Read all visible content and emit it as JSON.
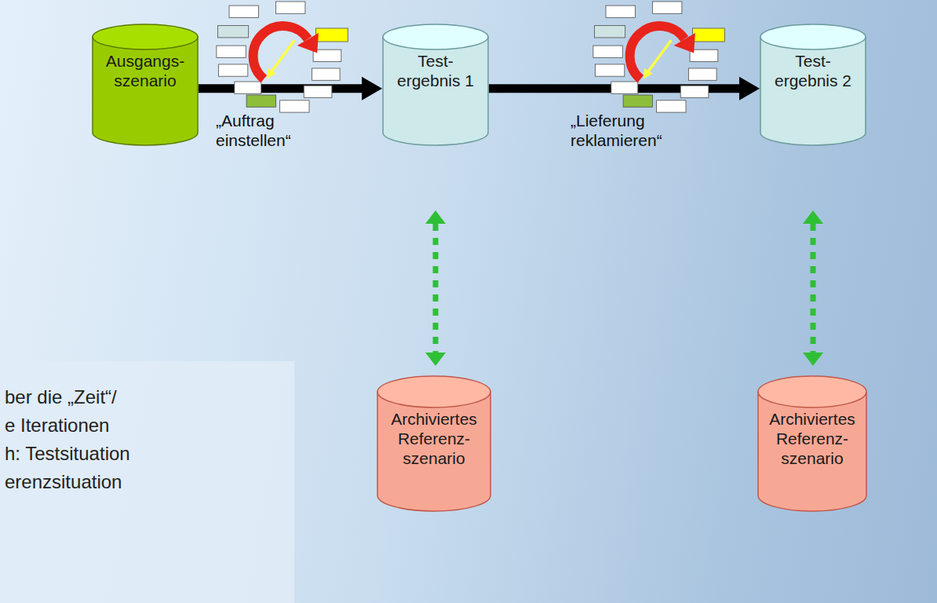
{
  "diagram": {
    "nodes": [
      {
        "text": [
          "Ausgangs- szenario"
        ]
      },
      {
        "text": [
          "Test- ergebnis 1"
        ]
      },
      {
        "text": [
          "Test- ergebnis 2"
        ]
      },
      {
        "text": [
          "Archiviertes Referenz- szenario"
        ]
      },
      {
        "text": [
          "Archiviertes Referenz- szenario"
        ]
      },
      {
        "text": [
          "ber die „Zeit“/ e Iterationen",
          "h: Testsituation erenzsituation"
        ]
      }
    ],
    "edges": [
      {
        "from": 0,
        "to": 1,
        "arrow": "to",
        "label": "„Auftrag einstellen“"
      },
      {
        "from": 1,
        "to": 2,
        "arrow": "to",
        "label": "„Lieferung reklamieren“"
      },
      {
        "from": 1,
        "to": 3,
        "arrow": "both"
      },
      {
        "from": 2,
        "to": 4,
        "arrow": "both"
      }
    ]
  }
}
